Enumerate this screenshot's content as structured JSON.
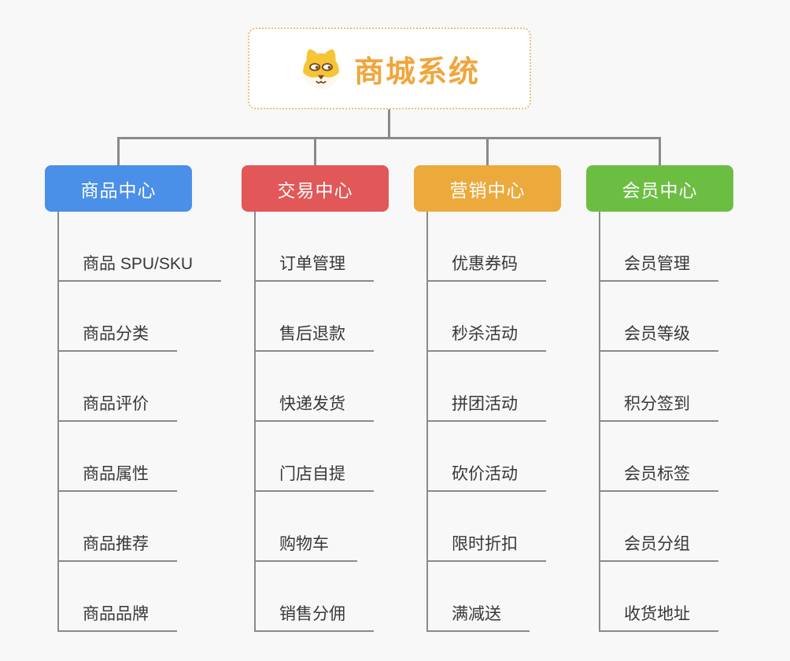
{
  "root": {
    "title": "商城系统",
    "icon": "dog-face-icon",
    "title_color": "#f0a63c",
    "border_color": "#ecbf7b"
  },
  "connector_color": "#8a8a8a",
  "branches": [
    {
      "label": "商品中心",
      "color": "#4a8fe8",
      "items": [
        "商品 SPU/SKU",
        "商品分类",
        "商品评价",
        "商品属性",
        "商品推荐",
        "商品品牌"
      ]
    },
    {
      "label": "交易中心",
      "color": "#e25757",
      "items": [
        "订单管理",
        "售后退款",
        "快递发货",
        "门店自提",
        "购物车",
        "销售分佣"
      ]
    },
    {
      "label": "营销中心",
      "color": "#eca93c",
      "items": [
        "优惠券码",
        "秒杀活动",
        "拼团活动",
        "砍价活动",
        "限时折扣",
        "满减送"
      ]
    },
    {
      "label": "会员中心",
      "color": "#6cbe43",
      "items": [
        "会员管理",
        "会员等级",
        "积分签到",
        "会员标签",
        "会员分组",
        "收货地址"
      ]
    }
  ]
}
